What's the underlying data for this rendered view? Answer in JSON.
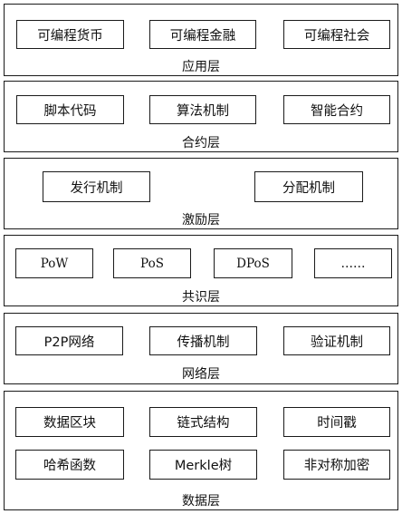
{
  "layers": {
    "application": {
      "label": "应用层",
      "items": [
        "可编程货币",
        "可编程金融",
        "可编程社会"
      ]
    },
    "contract": {
      "label": "合约层",
      "items": [
        "脚本代码",
        "算法机制",
        "智能合约"
      ]
    },
    "incentive": {
      "label": "激励层",
      "items": [
        "发行机制",
        "分配机制"
      ]
    },
    "consensus": {
      "label": "共识层",
      "items": [
        "PoW",
        "PoS",
        "DPoS",
        "……"
      ]
    },
    "network": {
      "label": "网络层",
      "items": [
        "P2P网络",
        "传播机制",
        "验证机制"
      ]
    },
    "data": {
      "label": "数据层",
      "items": [
        "数据区块",
        "链式结构",
        "时间戳",
        "哈希函数",
        "Merkle树",
        "非对称加密"
      ]
    }
  },
  "colors": {
    "border": "#1a1a1a",
    "text": "#111111",
    "background": "#ffffff"
  }
}
